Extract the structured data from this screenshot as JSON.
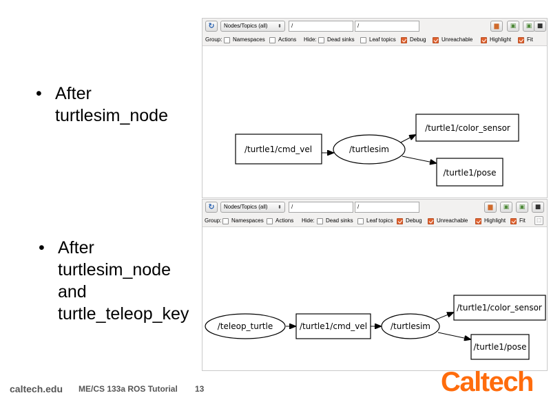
{
  "slide": {
    "bullets": [
      {
        "symbol": "•",
        "lines": [
          "After",
          "turtlesim_node"
        ]
      },
      {
        "symbol": "•",
        "lines": [
          "After",
          "turtlesim_node",
          "and",
          "turtle_teleop_key"
        ]
      }
    ],
    "footer": {
      "site": "caltech.edu",
      "course": "ME/CS 133a ROS Tutorial",
      "page": "13"
    },
    "logo": {
      "text": "Caltech",
      "color": "#ff6c0c"
    }
  },
  "rqt_graph": [
    {
      "toolbar": {
        "refresh_icon": "refresh-icon",
        "mode_select": "Nodes/Topics (all)",
        "filter_include": "/",
        "filter_exclude": "/",
        "group_label": "Group:",
        "namespaces_label": "Namespaces",
        "namespaces_checked": false,
        "actions_label": "Actions",
        "actions_checked": false,
        "hide_label": "Hide:",
        "dead_sinks_label": "Dead sinks",
        "dead_sinks_checked": false,
        "leaf_topics_label": "Leaf topics",
        "leaf_topics_checked": false,
        "debug_label": "Debug",
        "debug_checked": true,
        "unreachable_label": "Unreachable",
        "unreachable_checked": true,
        "highlight_label": "Highlight",
        "highlight_checked": true,
        "fit_label": "Fit",
        "fit_checked": true
      },
      "graph": {
        "nodes": [
          "/turtle1/cmd_vel",
          "/turtlesim",
          "/turtle1/color_sensor",
          "/turtle1/pose"
        ]
      }
    },
    {
      "toolbar": {
        "refresh_icon": "refresh-icon",
        "mode_select": "Nodes/Topics (all)",
        "filter_include": "/",
        "filter_exclude": "/",
        "group_label": "Group:",
        "namespaces_label": "Namespaces",
        "namespaces_checked": false,
        "actions_label": "Actions",
        "actions_checked": false,
        "hide_label": "Hide:",
        "dead_sinks_label": "Dead sinks",
        "dead_sinks_checked": false,
        "leaf_topics_label": "Leaf topics",
        "leaf_topics_checked": false,
        "debug_label": "Debug",
        "debug_checked": true,
        "unreachable_label": "Unreachable",
        "unreachable_checked": true,
        "highlight_label": "Highlight",
        "highlight_checked": true,
        "fit_label": "Fit",
        "fit_checked": true
      },
      "graph": {
        "nodes": [
          "/teleop_turtle",
          "/turtle1/cmd_vel",
          "/turtlesim",
          "/turtle1/color_sensor",
          "/turtle1/pose"
        ]
      }
    }
  ]
}
